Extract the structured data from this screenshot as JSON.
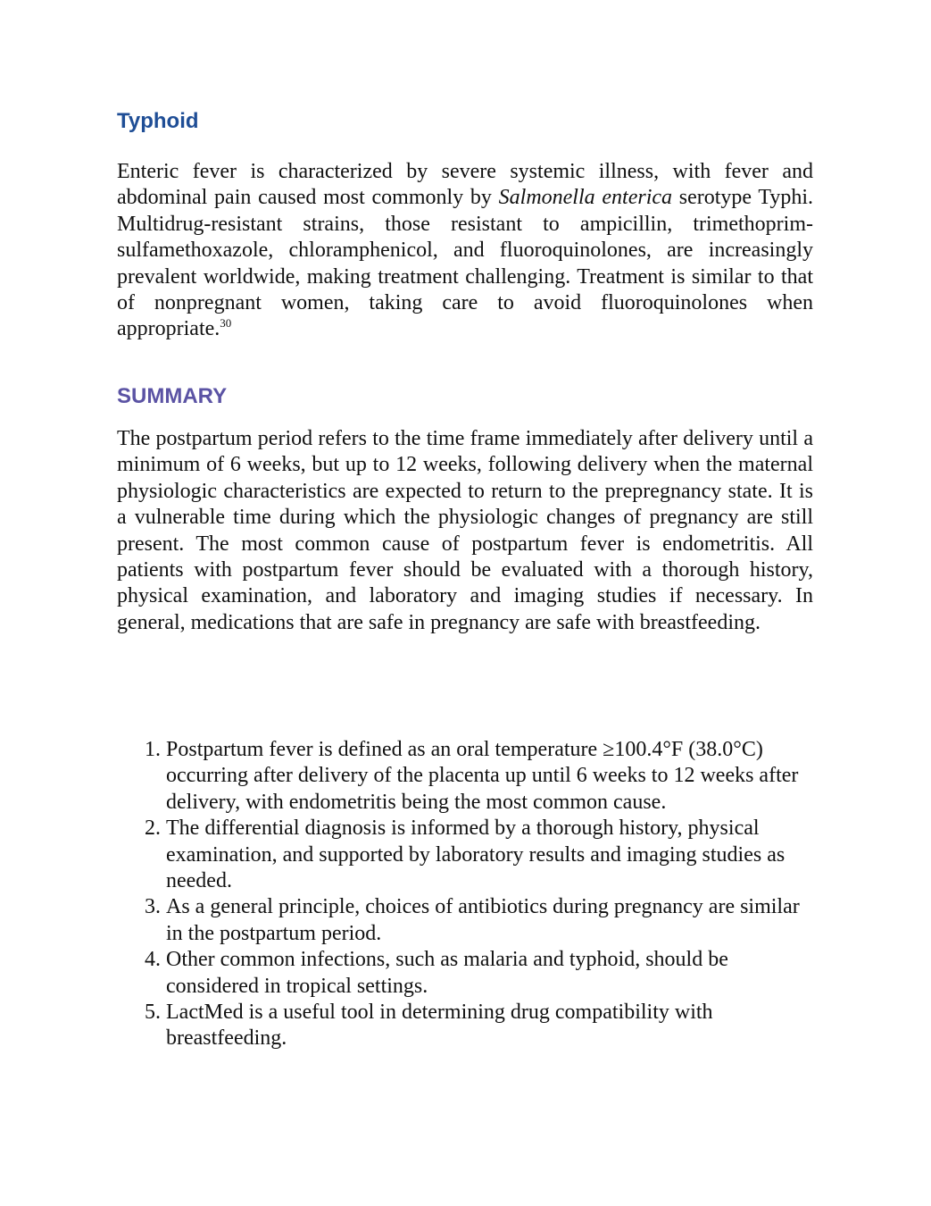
{
  "typhoid": {
    "heading": "Typhoid",
    "text_before_italic": "Enteric fever is characterized by severe systemic illness, with fever and abdominal pain caused most commonly by ",
    "italic": "Salmonella enterica",
    "text_after_italic": " serotype Typhi. Multidrug-resistant strains, those resistant to ampicillin, trimethoprim-sulfamethoxazole, chloramphenicol, and fluoroquinolones, are increasingly prevalent worldwide, making treatment challenging. Treatment is similar to that of nonpregnant women, taking care to avoid fluoroquinolones when appropriate.",
    "citation": "30"
  },
  "summary": {
    "heading": "SUMMARY",
    "text": "The postpartum period refers to the time frame immediately after delivery until a minimum of 6 weeks, but up to 12 weeks, following delivery when the maternal physiologic characteristics are expected to return to the prepregnancy state. It is a vulnerable time during which the physiologic changes of pregnancy are still present. The most common cause of postpartum fever is endometritis. All patients with postpartum fever should be evaluated with a thorough history, physical examination, and laboratory and imaging studies if necessary. In general, medications that are safe in pregnancy are safe with breastfeeding."
  },
  "key_points": [
    "Postpartum fever is defined as an oral temperature ≥100.4°F (38.0°C) occurring after delivery of the placenta up until 6 weeks to 12 weeks after delivery, with endometritis being the most common cause.",
    "The differential diagnosis is informed by a thorough history, physical examination, and supported by laboratory results and imaging studies as needed.",
    "As a general principle, choices of antibiotics during pregnancy are similar in the postpartum period.",
    "Other common infections, such as malaria and typhoid, should be considered in tropical settings.",
    "LactMed is a useful tool in determining drug compatibility with breastfeeding."
  ],
  "colors": {
    "typhoid_heading": "#1f4e96",
    "summary_heading": "#5b53a4",
    "body_text": "#111111"
  }
}
